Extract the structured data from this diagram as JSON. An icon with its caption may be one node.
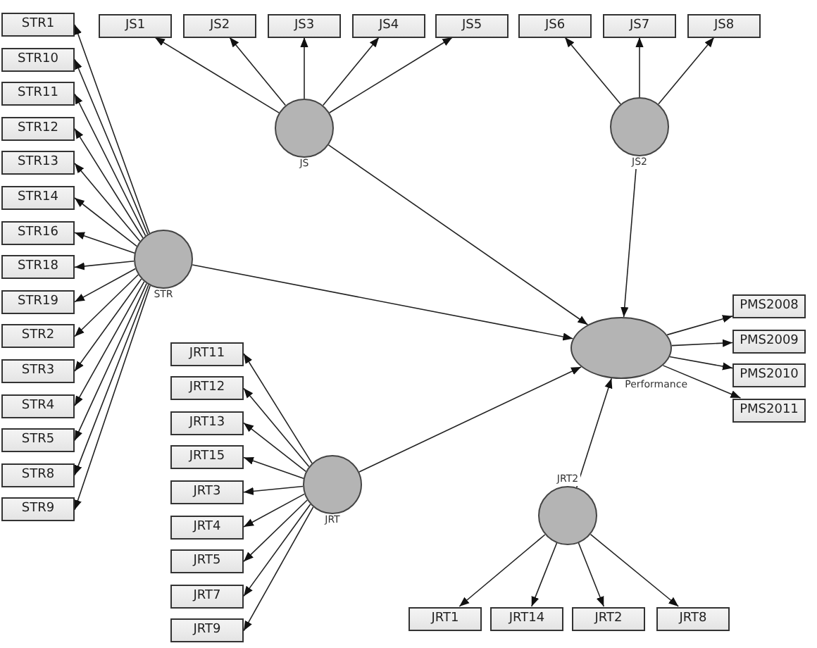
{
  "diagram": {
    "nodes": [
      {
        "text": [
          "STR1"
        ]
      },
      {
        "text": [
          "STR10"
        ]
      },
      {
        "text": [
          "STR11"
        ]
      },
      {
        "text": [
          "STR12"
        ]
      },
      {
        "text": [
          "STR13"
        ]
      },
      {
        "text": [
          "STR14"
        ]
      },
      {
        "text": [
          "STR16"
        ]
      },
      {
        "text": [
          "STR18"
        ]
      },
      {
        "text": [
          "STR19"
        ]
      },
      {
        "text": [
          "STR2"
        ]
      },
      {
        "text": [
          "STR3"
        ]
      },
      {
        "text": [
          "STR4"
        ]
      },
      {
        "text": [
          "STR5"
        ]
      },
      {
        "text": [
          "STR8"
        ]
      },
      {
        "text": [
          "STR9"
        ]
      },
      {
        "text": [
          "JS1"
        ]
      },
      {
        "text": [
          "JS2"
        ]
      },
      {
        "text": [
          "JS3"
        ]
      },
      {
        "text": [
          "JS4"
        ]
      },
      {
        "text": [
          "JS5"
        ]
      },
      {
        "text": [
          "JS6"
        ]
      },
      {
        "text": [
          "JS7"
        ]
      },
      {
        "text": [
          "JS8"
        ]
      },
      {
        "text": [
          "JS"
        ]
      },
      {
        "text": [
          "JS2"
        ]
      },
      {
        "text": [
          "STR"
        ]
      },
      {
        "text": [
          "PMS2008"
        ]
      },
      {
        "text": [
          "PMS2009"
        ]
      },
      {
        "text": [
          "PMS2010"
        ]
      },
      {
        "text": [
          "PMS2011"
        ]
      },
      {
        "text": [
          "Performance"
        ]
      },
      {
        "text": [
          "JRT11"
        ]
      },
      {
        "text": [
          "JRT12"
        ]
      },
      {
        "text": [
          "JRT13"
        ]
      },
      {
        "text": [
          "JRT15"
        ]
      },
      {
        "text": [
          "JRT3"
        ]
      },
      {
        "text": [
          "JRT4"
        ]
      },
      {
        "text": [
          "JRT5"
        ]
      },
      {
        "text": [
          "JRT7"
        ]
      },
      {
        "text": [
          "JRT9"
        ]
      },
      {
        "text": [
          "JRT"
        ]
      },
      {
        "text": [
          "JRT2"
        ]
      },
      {
        "text": [
          "JRT1"
        ]
      },
      {
        "text": [
          "JRT14"
        ]
      },
      {
        "text": [
          "JRT2"
        ]
      },
      {
        "text": [
          "JRT8"
        ]
      }
    ],
    "edges": [
      {
        "from": 25,
        "to": 0,
        "arrow": "to"
      },
      {
        "from": 25,
        "to": 1,
        "arrow": "to"
      },
      {
        "from": 25,
        "to": 2,
        "arrow": "to"
      },
      {
        "from": 25,
        "to": 3,
        "arrow": "to"
      },
      {
        "from": 25,
        "to": 4,
        "arrow": "to"
      },
      {
        "from": 25,
        "to": 5,
        "arrow": "to"
      },
      {
        "from": 25,
        "to": 6,
        "arrow": "to"
      },
      {
        "from": 25,
        "to": 7,
        "arrow": "to"
      },
      {
        "from": 25,
        "to": 8,
        "arrow": "to"
      },
      {
        "from": 25,
        "to": 9,
        "arrow": "to"
      },
      {
        "from": 25,
        "to": 10,
        "arrow": "to"
      },
      {
        "from": 25,
        "to": 11,
        "arrow": "to"
      },
      {
        "from": 25,
        "to": 12,
        "arrow": "to"
      },
      {
        "from": 25,
        "to": 13,
        "arrow": "to"
      },
      {
        "from": 25,
        "to": 14,
        "arrow": "to"
      },
      {
        "from": 23,
        "to": 15,
        "arrow": "to"
      },
      {
        "from": 23,
        "to": 16,
        "arrow": "to"
      },
      {
        "from": 23,
        "to": 17,
        "arrow": "to"
      },
      {
        "from": 23,
        "to": 18,
        "arrow": "to"
      },
      {
        "from": 23,
        "to": 19,
        "arrow": "to"
      },
      {
        "from": 24,
        "to": 20,
        "arrow": "to"
      },
      {
        "from": 24,
        "to": 21,
        "arrow": "to"
      },
      {
        "from": 24,
        "to": 22,
        "arrow": "to"
      },
      {
        "from": 23,
        "to": 30,
        "arrow": "to"
      },
      {
        "from": 24,
        "to": 30,
        "arrow": "to"
      },
      {
        "from": 25,
        "to": 30,
        "arrow": "to"
      },
      {
        "from": 30,
        "to": 26,
        "arrow": "to"
      },
      {
        "from": 30,
        "to": 27,
        "arrow": "to"
      },
      {
        "from": 30,
        "to": 28,
        "arrow": "to"
      },
      {
        "from": 30,
        "to": 29,
        "arrow": "to"
      },
      {
        "from": 40,
        "to": 31,
        "arrow": "to"
      },
      {
        "from": 40,
        "to": 32,
        "arrow": "to"
      },
      {
        "from": 40,
        "to": 33,
        "arrow": "to"
      },
      {
        "from": 40,
        "to": 34,
        "arrow": "to"
      },
      {
        "from": 40,
        "to": 35,
        "arrow": "to"
      },
      {
        "from": 40,
        "to": 36,
        "arrow": "to"
      },
      {
        "from": 40,
        "to": 37,
        "arrow": "to"
      },
      {
        "from": 40,
        "to": 38,
        "arrow": "to"
      },
      {
        "from": 40,
        "to": 39,
        "arrow": "to"
      },
      {
        "from": 40,
        "to": 30,
        "arrow": "to"
      },
      {
        "from": 41,
        "to": 30,
        "arrow": "to"
      },
      {
        "from": 41,
        "to": 42,
        "arrow": "to"
      },
      {
        "from": 41,
        "to": 43,
        "arrow": "to"
      },
      {
        "from": 41,
        "to": 44,
        "arrow": "to"
      },
      {
        "from": 41,
        "to": 45,
        "arrow": "to"
      }
    ]
  }
}
